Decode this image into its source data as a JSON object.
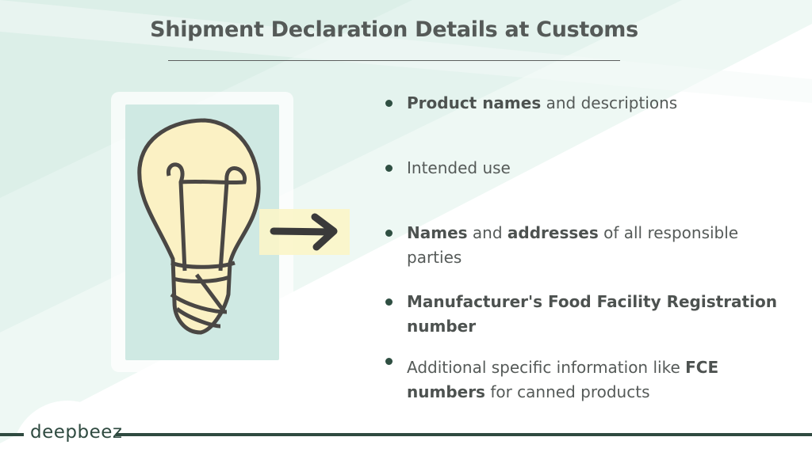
{
  "title": "Shipment Declaration Details at Customs",
  "bullets": [
    {
      "bold": "Product names",
      "rest": " and descriptions"
    },
    {
      "rest": "Intended use"
    },
    {
      "bold": "Names",
      "mid": " and ",
      "bold2": "addresses",
      "rest": " of all responsible parties"
    },
    {
      "bold": "Manufacturer's Food Facility Registration number"
    },
    {
      "pre": "Additional specific information like ",
      "bold": "FCE numbers",
      "rest": " for canned products"
    }
  ],
  "logo": "deepbeez",
  "colors": {
    "accent": "#2f4a40",
    "text": "#555a58",
    "mint": "#e4f3ee"
  }
}
